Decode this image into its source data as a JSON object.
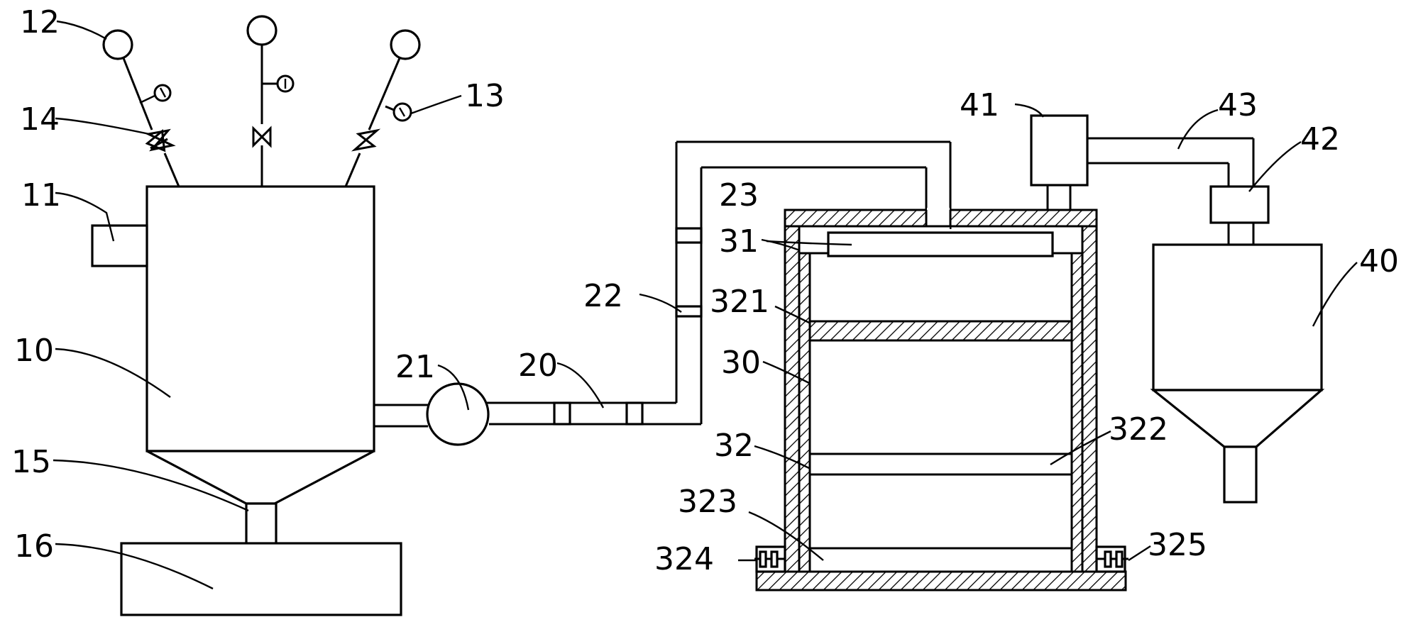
{
  "labels": {
    "l10": "10",
    "l11": "11",
    "l12": "12",
    "l13": "13",
    "l14": "14",
    "l15": "15",
    "l16": "16",
    "l20": "20",
    "l21": "21",
    "l22": "22",
    "l23": "23",
    "l30": "30",
    "l31": "31",
    "l32": "32",
    "l321": "321",
    "l322": "322",
    "l323": "323",
    "l324": "324",
    "l325": "325",
    "l40": "40",
    "l41": "41",
    "l42": "42",
    "l43": "43"
  }
}
